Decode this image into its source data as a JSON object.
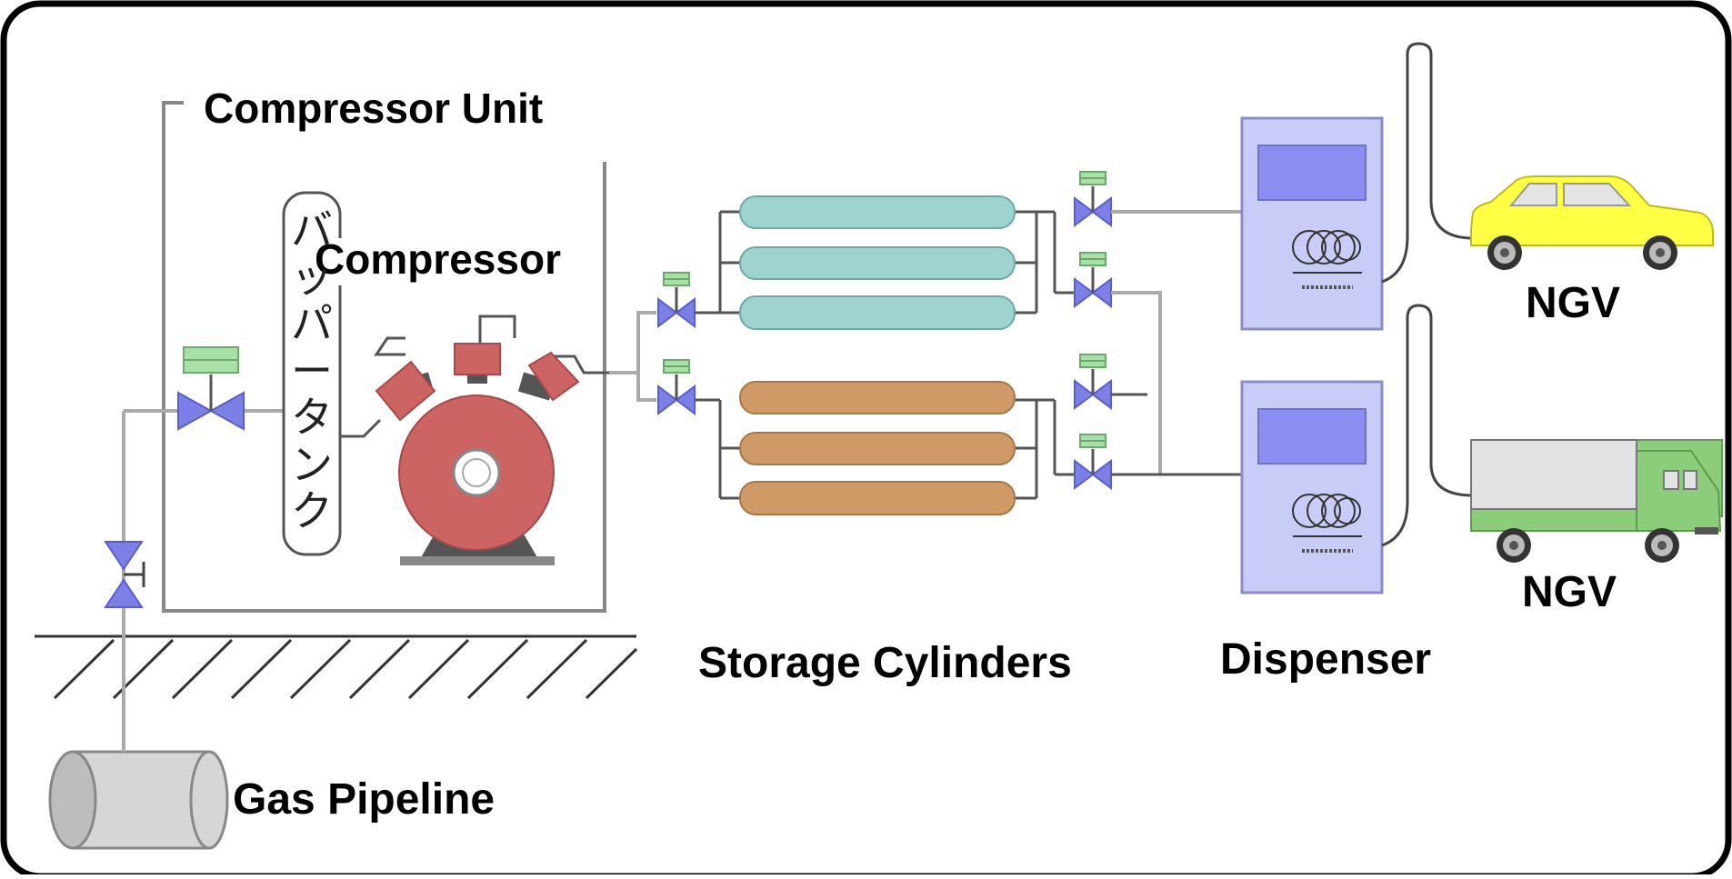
{
  "labels": {
    "compressor_unit": "Compressor Unit",
    "compressor": "Compressor",
    "storage_cylinders": "Storage Cylinders",
    "dispenser": "Dispenser",
    "ngv_car": "NGV",
    "ngv_truck": "NGV",
    "gas_pipeline": "Gas Pipeline",
    "buffer_tank_vertical": "バッパータンク"
  },
  "colors": {
    "valve": "#7b7fe6",
    "valve_actuator": "#a8e0a8",
    "compressor_body": "#cd6464",
    "cylinder_top": "#9ed3cf",
    "cylinder_bottom": "#cf9a66",
    "dispenser_body": "#c9ccf6",
    "dispenser_screen": "#8a8ef0",
    "car": "#ffff44",
    "truck_cab": "#8ccd7c",
    "truck_box": "#e2e2e2",
    "pipeline": "#d6d6d6"
  }
}
